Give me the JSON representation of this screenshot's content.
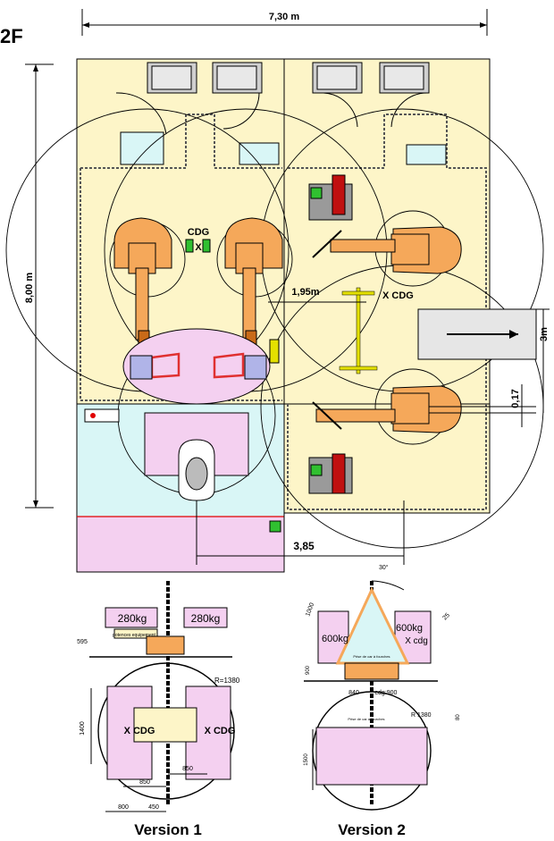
{
  "page": {
    "corner_label": "2F",
    "version1_title": "Version 1",
    "version2_title": "Version 2"
  },
  "plan": {
    "dim_width": "7,30 m",
    "dim_height": "8,00 m",
    "dim_gap": "1,95m",
    "dim_offset": "0,17",
    "dim_conveyor": "3m",
    "dim_bottom": "3,85",
    "cdg_left": "CDG",
    "cdg_left_x": "X",
    "cdg_right": "X  CDG"
  },
  "version1": {
    "load_left": "280kg",
    "load_right": "280kg",
    "tool_label": "potences equipement",
    "height_dim": "595",
    "radius_label": "R=1380",
    "cdg_left": "X  CDG",
    "cdg_right": "X  CDG",
    "dim_1400": "1400",
    "dim_850_a": "850",
    "dim_850_b": "850",
    "dim_800": "800",
    "dim_450": "450"
  },
  "version2": {
    "angle": "30°",
    "dim_1000": "1000",
    "dim_25": "25",
    "load_left": "600kg",
    "load_right": "600kg",
    "cdg": "X  cdg",
    "dim_900": "900",
    "dim_840": "840",
    "dim_cdg900": "cdg:900",
    "fork_label_top": "Prise de car à fourches",
    "fork_label_bottom": "Prise de car à fourches",
    "radius_label": "R 1380",
    "dim_80": "80",
    "dim_1500": "1500"
  },
  "colors": {
    "cell_bg": "#fdf5c8",
    "robot": "#f5a85a",
    "robot_dark": "#c96a18",
    "station_pink": "#f4d0f0",
    "station_cyan": "#d9f6f6",
    "gripper_blue": "#b0b4e8",
    "gripper_red": "#e03030",
    "green_block": "#30c030",
    "yellow_beam": "#e4e000",
    "tool_red": "#c01010",
    "grey_machine": "#9a9a9a"
  }
}
